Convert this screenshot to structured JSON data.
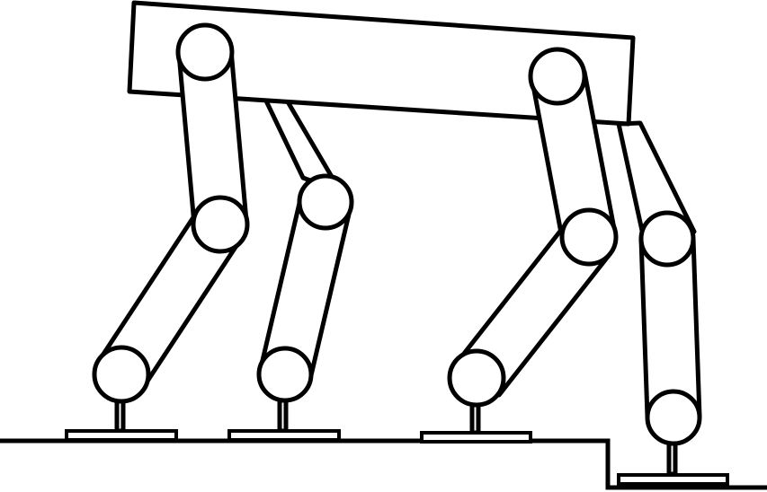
{
  "diagram": {
    "stroke_color": "#000000",
    "fill_color": "#ffffff",
    "background": "#ffffff",
    "parts": [
      "body",
      "front-leg-left",
      "front-leg-right",
      "rear-leg-left",
      "rear-leg-right",
      "ground-step"
    ]
  }
}
